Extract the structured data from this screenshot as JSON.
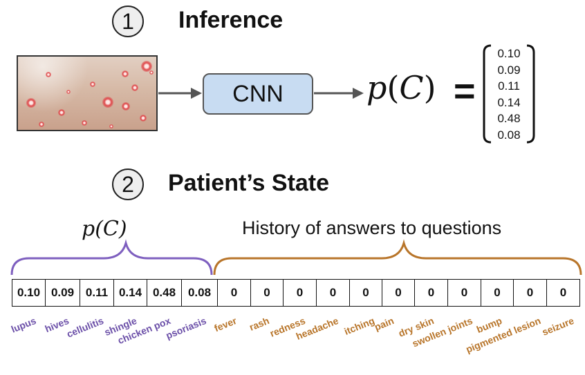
{
  "step1": {
    "number": "1",
    "title": "Inference"
  },
  "step2": {
    "number": "2",
    "title": "Patient’s State"
  },
  "cnn_label": "CNN",
  "pc_symbol": "p(C)",
  "pc_parts": {
    "func": "p",
    "open": "(",
    "var": "C",
    "close": ")"
  },
  "equals_sign": "=",
  "probability_vector": [
    "0.10",
    "0.09",
    "0.11",
    "0.14",
    "0.48",
    "0.08"
  ],
  "history_label": "History of answers to questions",
  "disease_labels": [
    "lupus",
    "hives",
    "cellulitis",
    "shingle",
    "chicken pox",
    "psoriasis"
  ],
  "disease_values": [
    "0.10",
    "0.09",
    "0.11",
    "0.14",
    "0.48",
    "0.08"
  ],
  "symptom_labels": [
    "fever",
    "rash",
    "redness",
    "headache",
    "itching",
    "pain",
    "dry skin",
    "swollen joints",
    "bump",
    "pigmented lesion",
    "seizure"
  ],
  "symptom_values": [
    "0",
    "0",
    "0",
    "0",
    "0",
    "0",
    "0",
    "0",
    "0",
    "0",
    "0"
  ],
  "colors": {
    "disease_text": "#6b4fa8",
    "disease_brace": "#7e5fbf",
    "symptom_text": "#b8752a",
    "symptom_brace": "#b8752a",
    "cnn_fill": "#c8dcf2",
    "arrow": "#555555"
  }
}
